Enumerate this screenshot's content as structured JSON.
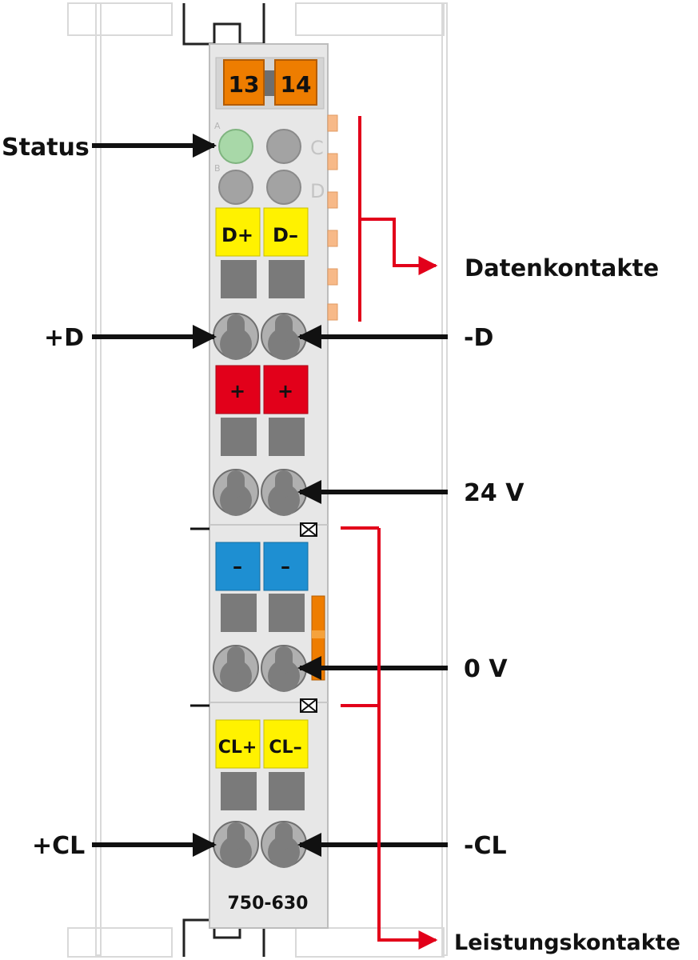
{
  "device": {
    "model": "750-630",
    "top_labels": [
      "13",
      "14"
    ]
  },
  "status": {
    "row_a_letter": "A",
    "row_b_letter": "B",
    "col_c_letter": "C",
    "col_d_letter": "D"
  },
  "terminal_blocks": [
    {
      "left": "D+",
      "right": "D–",
      "color": "#fff200"
    },
    {
      "left": "+",
      "right": "+",
      "color": "#e2001a"
    },
    {
      "left": "–",
      "right": "–",
      "color": "#1e8fd2"
    },
    {
      "left": "CL+",
      "right": "CL–",
      "color": "#fff200"
    }
  ],
  "callouts": {
    "status": "Status",
    "plus_d": "+D",
    "minus_d": "-D",
    "volt_24": "24 V",
    "volt_0": "0 V",
    "plus_cl": "+CL",
    "minus_cl": "-CL",
    "data_contacts": "Datenkontakte",
    "power_contacts": "Leistungskontakte"
  },
  "colors": {
    "arrow_black": "#111111",
    "bracket_red": "#e2001a",
    "led_green": "#a8d8a8",
    "orange": "#ee7d00",
    "body_grey": "#e7e7e7"
  }
}
